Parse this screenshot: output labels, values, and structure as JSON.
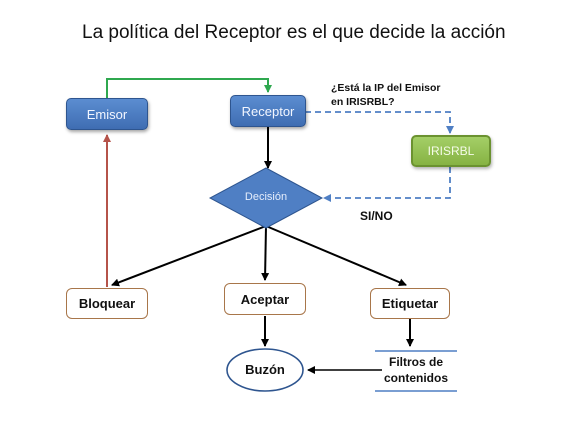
{
  "title": "La política del Receptor es el que decide la acción",
  "nodes": {
    "emisor": "Emisor",
    "receptor": "Receptor",
    "irisrbl": "IRISRBL",
    "decision": "Decisión",
    "bloquear": "Bloquear",
    "aceptar": "Aceptar",
    "etiquetar": "Etiquetar",
    "buzon": "Buzón",
    "filtros_line1": "Filtros de",
    "filtros_line2": "contenidos"
  },
  "labels": {
    "question_line1": "¿Está la IP del Emisor",
    "question_line2": "en IRISRBL?",
    "si_no": "SI/NO"
  },
  "colors": {
    "box_blue": "#4f7fc4",
    "box_green": "#8dbb4c",
    "outline_brown": "#a8764a",
    "arrow_green": "#2fa84f",
    "arrow_red": "#b5534a",
    "arrow_dashed_blue": "#4f7fc4"
  }
}
